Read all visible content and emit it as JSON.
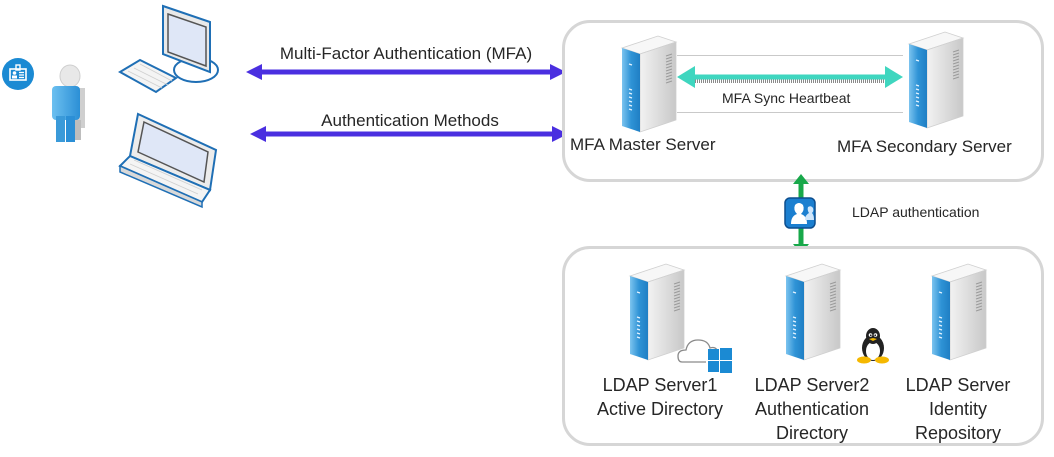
{
  "actors": {
    "badge_icon": "id-badge-icon",
    "user_icon": "user-icon",
    "desktop_icon": "desktop-computer-icon",
    "laptop_icon": "laptop-icon"
  },
  "connections": {
    "mfa_label": "Multi-Factor Authentication (MFA)",
    "methods_label": "Authentication  Methods",
    "arrow_color": "#4a2fe0",
    "heartbeat_label": "MFA Sync Heartbeat",
    "heartbeat_color": "#3fd6bf",
    "ldap_label": "LDAP authentication",
    "ldap_arrow_color": "#18a84a"
  },
  "mfa_group": {
    "master_label": "MFA Master Server",
    "secondary_label": "MFA Secondary Server"
  },
  "ldap_group": {
    "servers": [
      {
        "line1": "LDAP Server1",
        "line2": "Active Directory",
        "line3": "",
        "badge": "windows-cloud-icon"
      },
      {
        "line1": "LDAP Server2",
        "line2": "Authentication",
        "line3": "Directory",
        "badge": "linux-penguin-icon"
      },
      {
        "line1": "LDAP Server",
        "line2": "Identity",
        "line3": "Repository",
        "badge": ""
      }
    ]
  },
  "colors": {
    "server_blue": "#3a9ad9",
    "device_outline": "#1f6fb5",
    "box_border": "#d6d6d6"
  }
}
